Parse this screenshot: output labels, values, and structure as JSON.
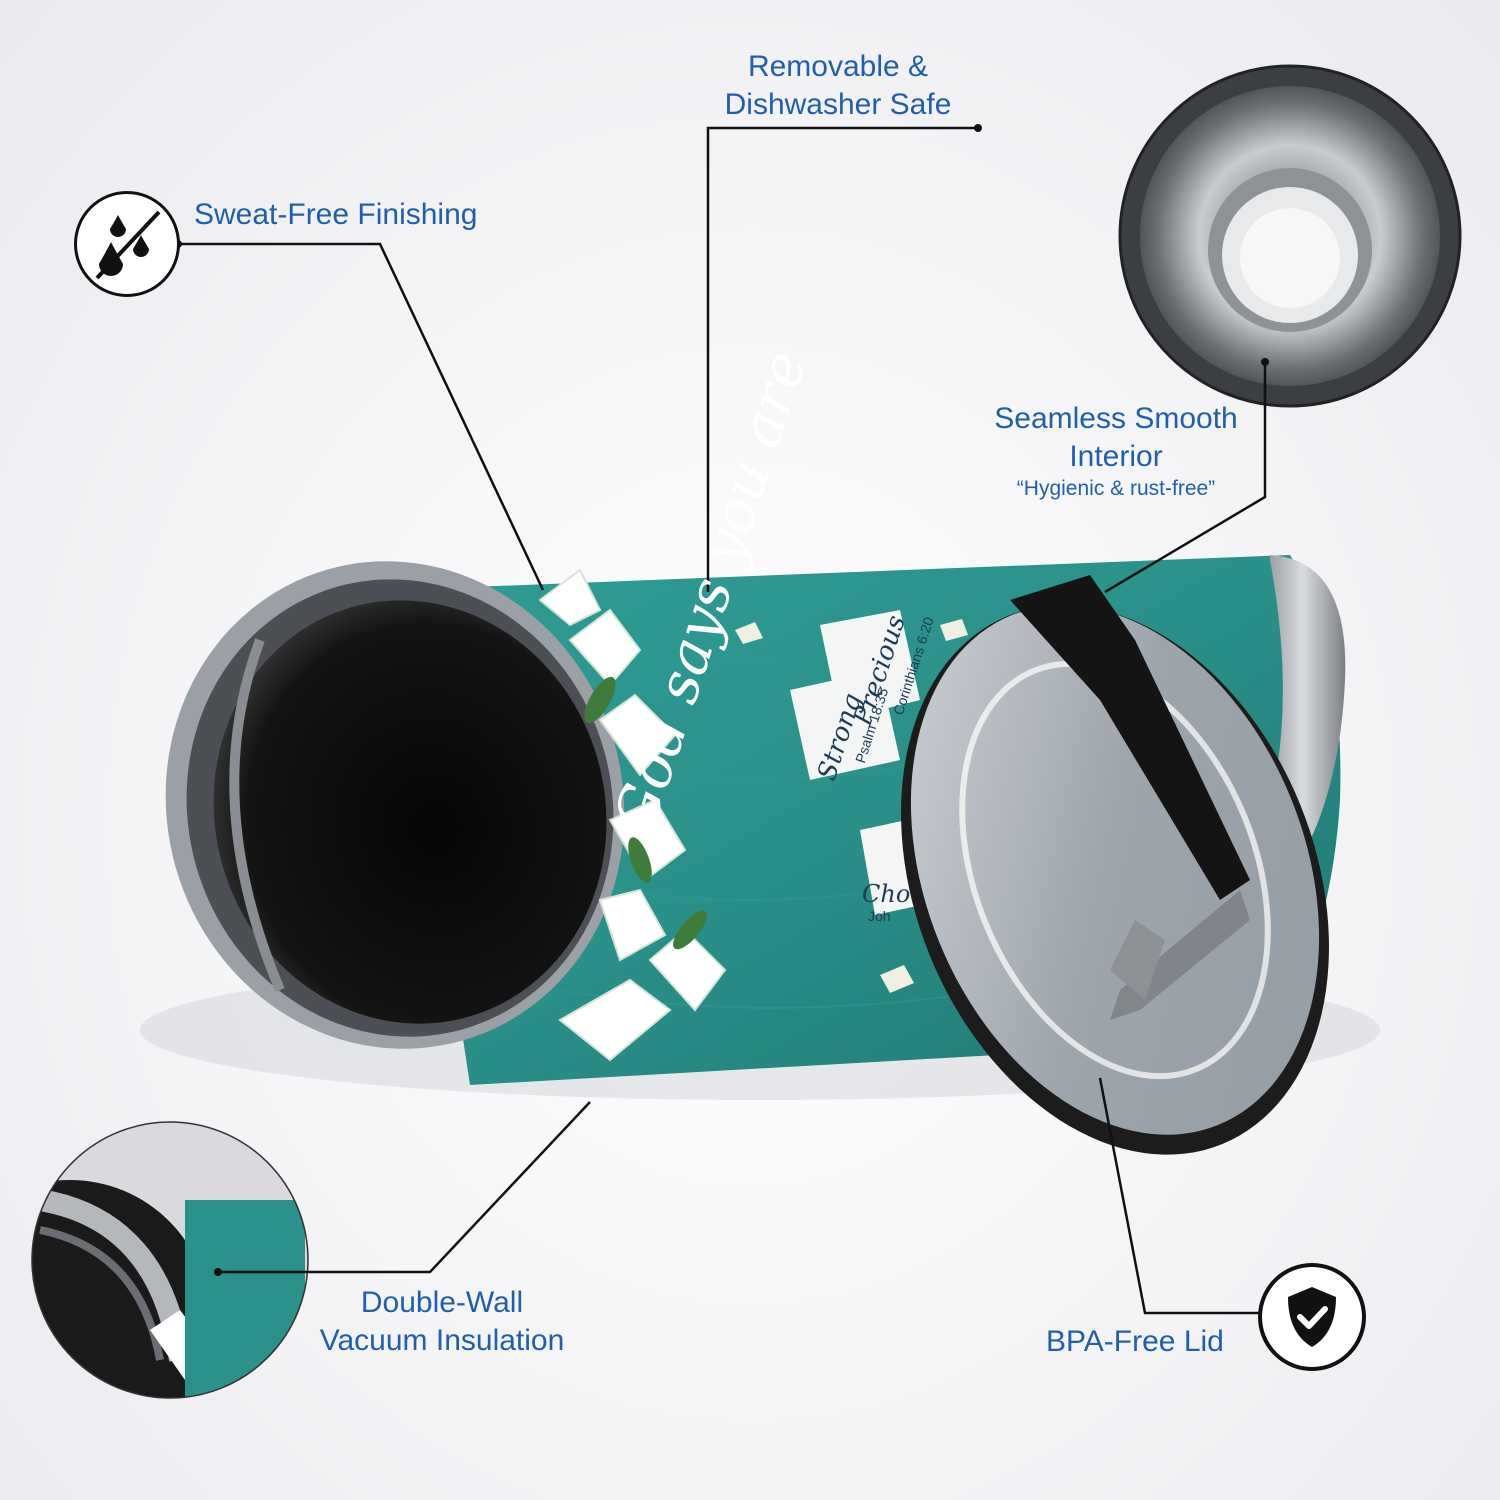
{
  "features": {
    "removable": {
      "line1": "Removable &",
      "line2": "Dishwasher Safe"
    },
    "sweat_free": {
      "text": "Sweat-Free Finishing",
      "icon": "no-drops-icon"
    },
    "seamless": {
      "line1": "Seamless Smooth",
      "line2": "Interior",
      "sub": "“Hygienic & rust-free”"
    },
    "double_wall": {
      "line1": "Double-Wall",
      "line2": "Vacuum Insulation"
    },
    "bpa_free": {
      "text": "BPA-Free Lid",
      "icon": "shield-check-icon"
    }
  },
  "tumbler_print": {
    "headline": "God says you are",
    "word1": "Strong",
    "verse1": "Psalm 18:35",
    "word2": "Precious",
    "verse2": "Corinthians 6:20",
    "word3": "Cho",
    "verse3": "Joh"
  },
  "colors": {
    "label": "#1f5fae",
    "teal": "#2b9690",
    "steel": "#b9bcc0"
  }
}
